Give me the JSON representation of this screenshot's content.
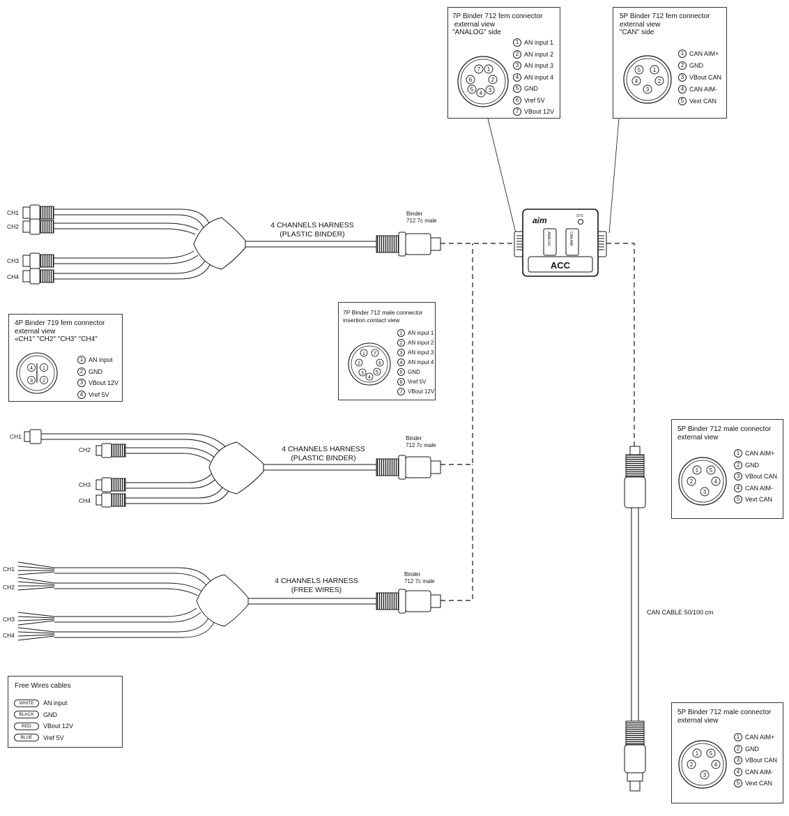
{
  "harnesses": [
    {
      "title": "4 CHANNELS HARNESS",
      "subtitle": "(PLASTIC BINDER)",
      "connector": "Binder\n712 7c male",
      "channels": [
        "CH1",
        "CH2",
        "CH3",
        "CH4"
      ]
    },
    {
      "title": "4 CHANNELS HARNESS",
      "subtitle": "(PLASTIC BINDER)",
      "connector": "Binder\n712 7c male",
      "channels": [
        "CH1",
        "CH2",
        "CH3",
        "CH4"
      ]
    },
    {
      "title": "4 CHANNELS HARNESS",
      "subtitle": "(FREE WIRES)",
      "connector": "Binder\n712 7c male",
      "channels": [
        "CH1",
        "CH2",
        "CH3",
        "CH4"
      ]
    }
  ],
  "acc_module": {
    "label": "ACC",
    "logo": "aim",
    "led": "STS",
    "port_left": "ANALOG",
    "port_right": "CAN AIM"
  },
  "can_cable_label": "CAN CABLE 50/100 cm",
  "connector_boxes": {
    "analog_7p_fem": {
      "title": "7P Binder 712 fem connector\n external view\n\"ANALOG\" side",
      "pins": [
        {
          "num": "1",
          "label": "AN input 1"
        },
        {
          "num": "2",
          "label": "AN input 2"
        },
        {
          "num": "3",
          "label": "AN input 3"
        },
        {
          "num": "4",
          "label": "AN input 4"
        },
        {
          "num": "5",
          "label": "GND"
        },
        {
          "num": "6",
          "label": "Vref 5V"
        },
        {
          "num": "7",
          "label": "VBout 12V"
        }
      ]
    },
    "can_5p_fem": {
      "title": "5P Binder 712 fem connector\nexternal view\n\"CAN\" side",
      "pins": [
        {
          "num": "1",
          "label": "CAN AIM+"
        },
        {
          "num": "2",
          "label": "GND"
        },
        {
          "num": "3",
          "label": "VBout CAN"
        },
        {
          "num": "4",
          "label": "CAN AIM-"
        },
        {
          "num": "5",
          "label": "Vext CAN"
        }
      ]
    },
    "male_7p": {
      "title": "7P Binder 712 male connector\ninsertion contact view",
      "pins": [
        {
          "num": "1",
          "label": "AN input 1"
        },
        {
          "num": "2",
          "label": "AN input 2"
        },
        {
          "num": "3",
          "label": "AN input 3"
        },
        {
          "num": "4",
          "label": "AN input 4"
        },
        {
          "num": "5",
          "label": "GND"
        },
        {
          "num": "6",
          "label": "Vref 5V"
        },
        {
          "num": "7",
          "label": "VBout 12V"
        }
      ]
    },
    "fem_4p_719": {
      "title": "4P Binder 719 fem connector\nexternal view\n«CH1\" \"CH2\" \"CH3\" \"CH4\"",
      "pins": [
        {
          "num": "1",
          "label": "AN input"
        },
        {
          "num": "2",
          "label": "GND"
        },
        {
          "num": "3",
          "label": "VBout 12V"
        },
        {
          "num": "4",
          "label": "Vref 5V"
        }
      ]
    },
    "male_5p_a": {
      "title": "5P Binder 712 male connector\nexternal view",
      "pins": [
        {
          "num": "1",
          "label": "CAN AIM+"
        },
        {
          "num": "2",
          "label": "GND"
        },
        {
          "num": "3",
          "label": "VBout CAN"
        },
        {
          "num": "4",
          "label": "CAN AIM-"
        },
        {
          "num": "5",
          "label": "Vext CAN"
        }
      ]
    },
    "male_5p_b": {
      "title": "5P Binder 712 male connector\nexternal view",
      "pins": [
        {
          "num": "1",
          "label": "CAN AIM+"
        },
        {
          "num": "2",
          "label": "GND"
        },
        {
          "num": "3",
          "label": "VBout CAN"
        },
        {
          "num": "4",
          "label": "CAN AIM-"
        },
        {
          "num": "5",
          "label": "Vext CAN"
        }
      ]
    }
  },
  "free_wires": {
    "title": "Free Wires cables",
    "wires": [
      {
        "color": "WHITE",
        "label": "AN input"
      },
      {
        "color": "BLACK",
        "label": "GND"
      },
      {
        "color": "RED",
        "label": "VBout 12V"
      },
      {
        "color": "BLUE",
        "label": "Vref 5V"
      }
    ]
  }
}
